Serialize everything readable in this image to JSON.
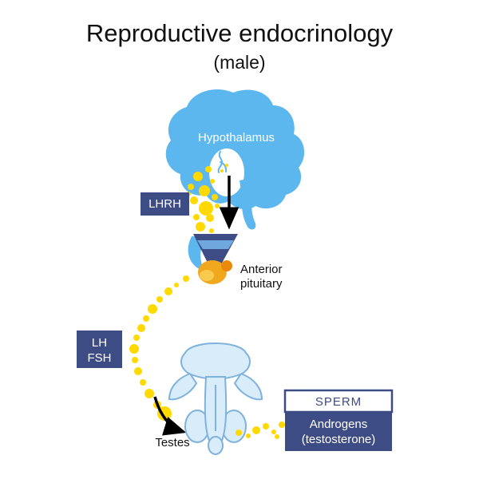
{
  "title": "Reproductive endocrinology",
  "subtitle": "(male)",
  "labels": {
    "hypothalamus": "Hypothalamus",
    "lhrh": "LHRH",
    "lh": "LH",
    "fsh": "FSH",
    "anterior_pituitary_line1": "Anterior",
    "anterior_pituitary_line2": "pituitary",
    "testes": "Testes",
    "sperm": "SPERM",
    "androgens_line1": "Androgens",
    "androgens_line2": "(testosterone)"
  },
  "colors": {
    "navy": "#3D4C85",
    "brain_blue": "#5BB7EE",
    "hormone_yellow": "#FFD900",
    "pituitary_orange": "#F0A81E",
    "pituitary_stripe": "#6FA8DC",
    "organ_fill": "#D9ECFA",
    "organ_stroke": "#7FB2DC",
    "text": "#111111",
    "background": "#FFFFFF"
  }
}
